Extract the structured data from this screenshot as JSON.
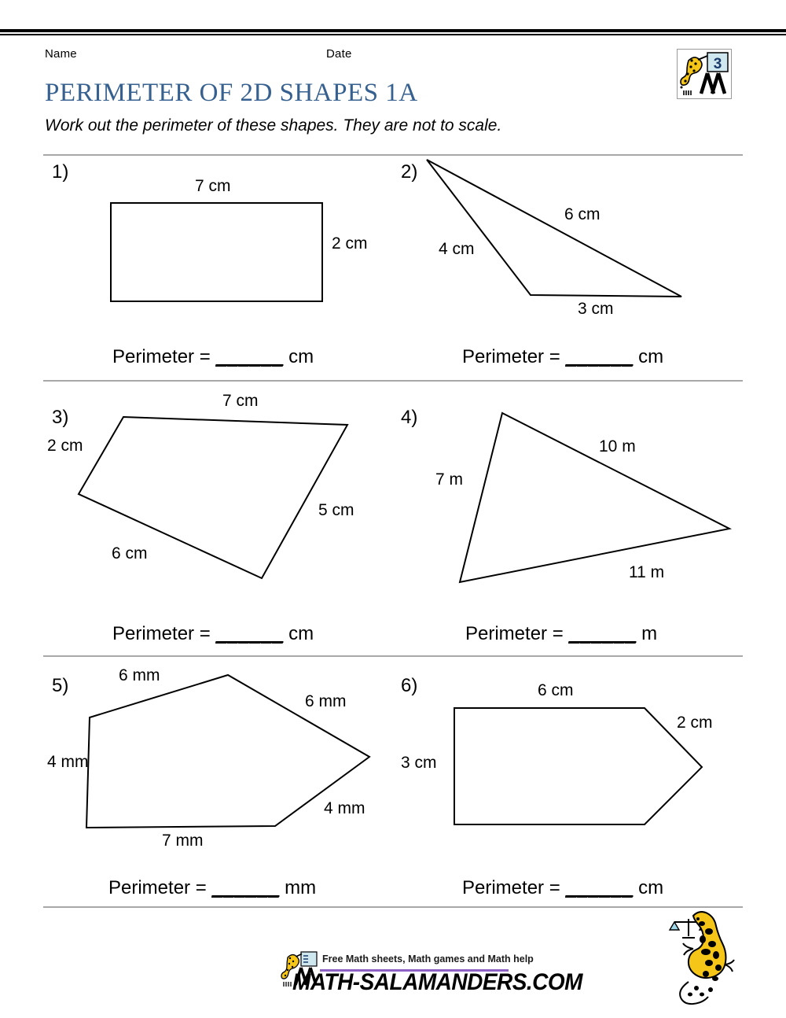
{
  "header": {
    "name_label": "Name",
    "date_label": "Date",
    "title": "PERIMETER OF 2D SHAPES 1A",
    "subtitle": "Work out the perimeter of these shapes. They are not to scale.",
    "grade_badge": "3"
  },
  "problems": [
    {
      "number": "1)",
      "shape": "rectangle",
      "labels": [
        "7 cm",
        "2 cm"
      ],
      "answer_prefix": "Perimeter =",
      "answer_blank": "______",
      "unit": "cm"
    },
    {
      "number": "2)",
      "shape": "triangle",
      "labels": [
        "6 cm",
        "4 cm",
        "3 cm"
      ],
      "answer_prefix": "Perimeter =",
      "answer_blank": "______",
      "unit": "cm"
    },
    {
      "number": "3)",
      "shape": "quadrilateral",
      "labels": [
        "7 cm",
        "2 cm",
        "5 cm",
        "6 cm"
      ],
      "answer_prefix": "Perimeter =",
      "answer_blank": "______",
      "unit": "cm"
    },
    {
      "number": "4)",
      "shape": "triangle",
      "labels": [
        "10 m",
        "7 m",
        "11 m"
      ],
      "answer_prefix": "Perimeter =",
      "answer_blank": "______",
      "unit": "m"
    },
    {
      "number": "5)",
      "shape": "pentagon",
      "labels": [
        "6 mm",
        "6 mm",
        "4 mm",
        "4 mm",
        "7 mm"
      ],
      "answer_prefix": "Perimeter =",
      "answer_blank": "______",
      "unit": "mm"
    },
    {
      "number": "6)",
      "shape": "pentagon-arrow",
      "labels": [
        "6 cm",
        "2 cm",
        "3 cm"
      ],
      "answer_prefix": "Perimeter =",
      "answer_blank": "______",
      "unit": "cm"
    }
  ],
  "footer": {
    "tagline": "Free Math sheets, Math games and Math help",
    "domain": "MATH-SALAMANDERS.COM"
  },
  "colors": {
    "title": "#36608f",
    "separator": "#a8a8a8",
    "stroke": "#000000",
    "salamander_body": "#f5c518",
    "salamander_spots": "#000000",
    "footer_underline": "#8e62c4",
    "grade_board": "#cfe8ef"
  }
}
